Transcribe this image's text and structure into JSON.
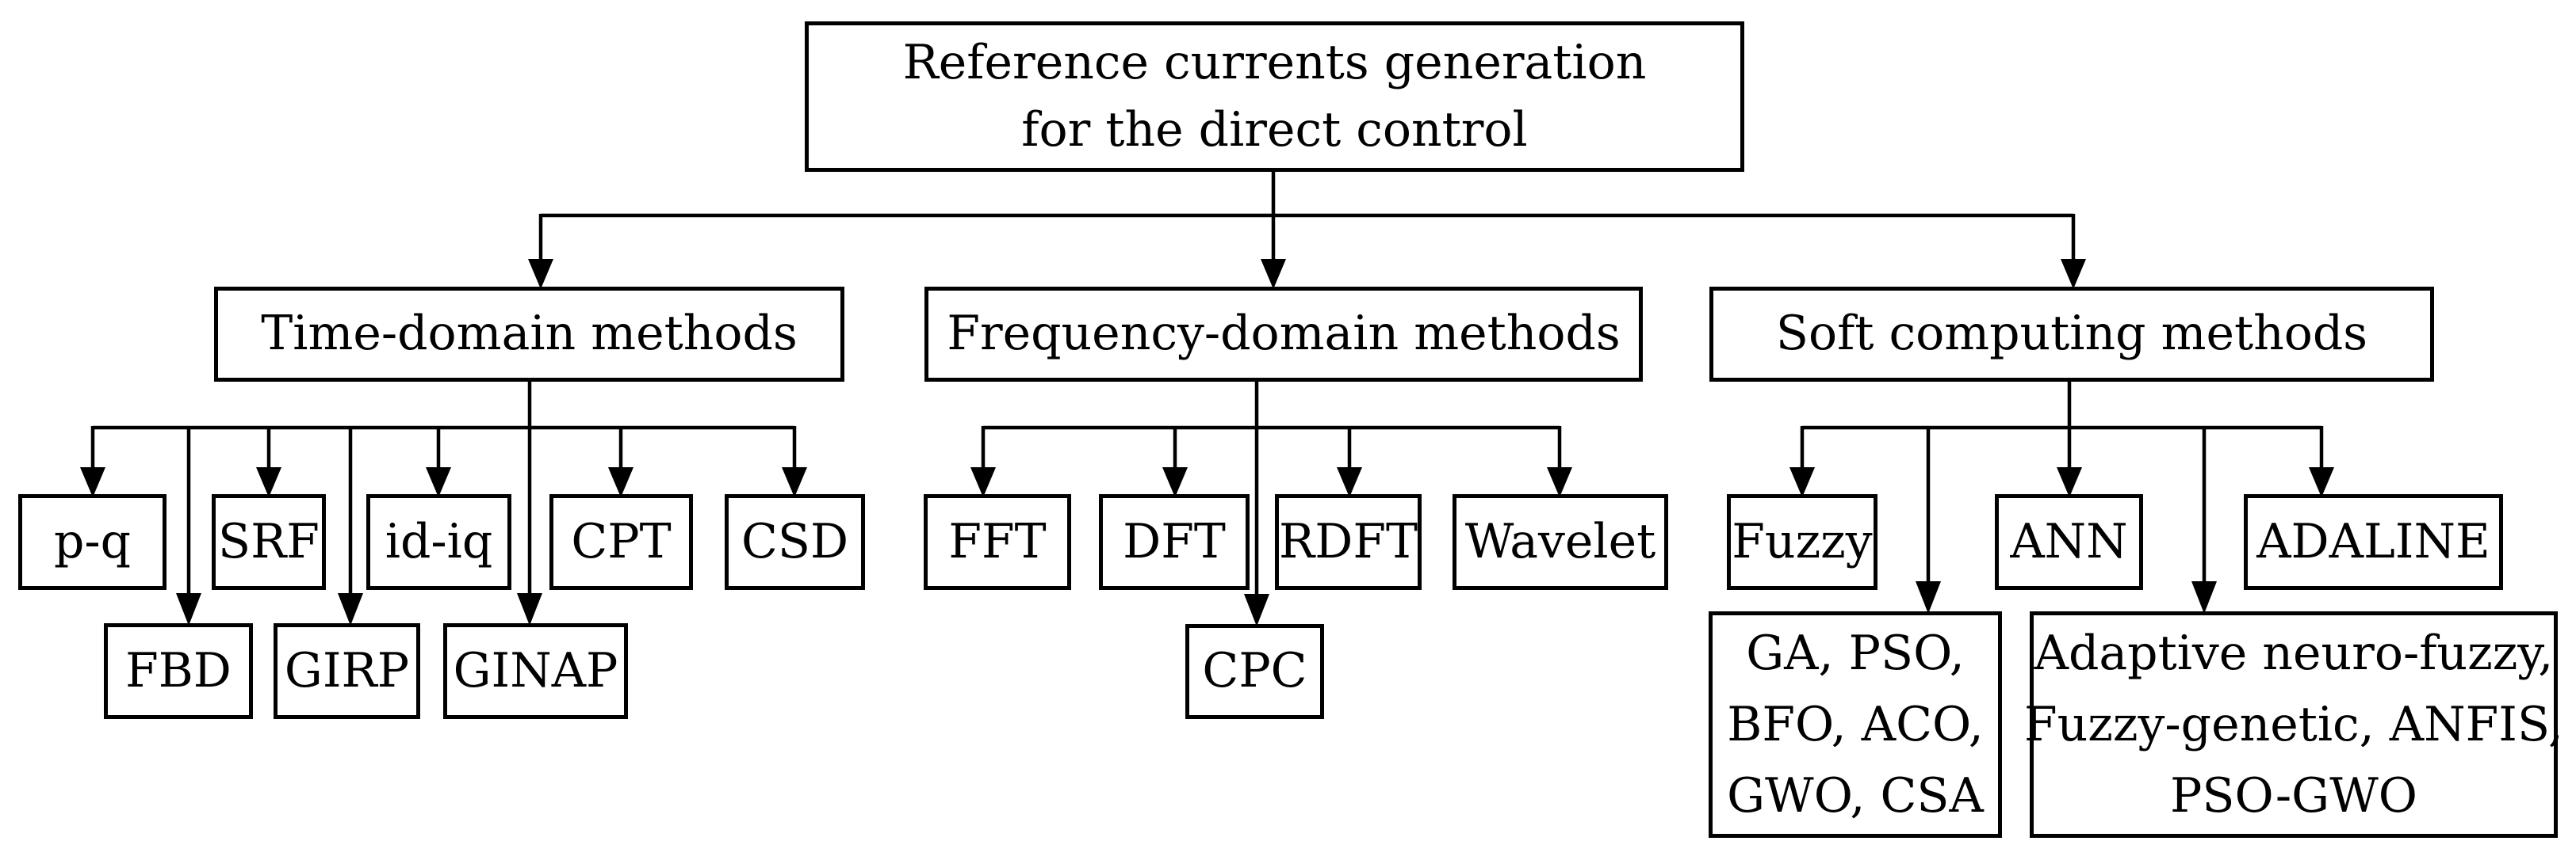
{
  "figure": {
    "background": "#ffffff",
    "line_color": "#000000",
    "text_color": "#000000"
  },
  "root": {
    "line1": "Reference currents generation",
    "line2": "for the direct control"
  },
  "categories": {
    "time": "Time-domain methods",
    "frequency": "Frequency-domain methods",
    "soft": "Soft computing methods"
  },
  "time_methods": {
    "pq": "p-q",
    "srf": "SRF",
    "idiq": "id-iq",
    "cpt": "CPT",
    "csd": "CSD",
    "fbd": "FBD",
    "girp": "GIRP",
    "ginap": "GINAP"
  },
  "frequency_methods": {
    "fft": "FFT",
    "dft": "DFT",
    "rdft": "RDFT",
    "wavelet": "Wavelet",
    "cpc": "CPC"
  },
  "soft_methods": {
    "fuzzy": "Fuzzy",
    "ann": "ANN",
    "adaline": "ADALINE",
    "optimization": {
      "line1": "GA, PSO,",
      "line2": "BFO, ACO,",
      "line3": "GWO, CSA"
    },
    "hybrid": {
      "line1": "Adaptive neuro-fuzzy,",
      "line2": "Fuzzy-genetic, ANFIS,",
      "line3": "PSO-GWO"
    }
  }
}
